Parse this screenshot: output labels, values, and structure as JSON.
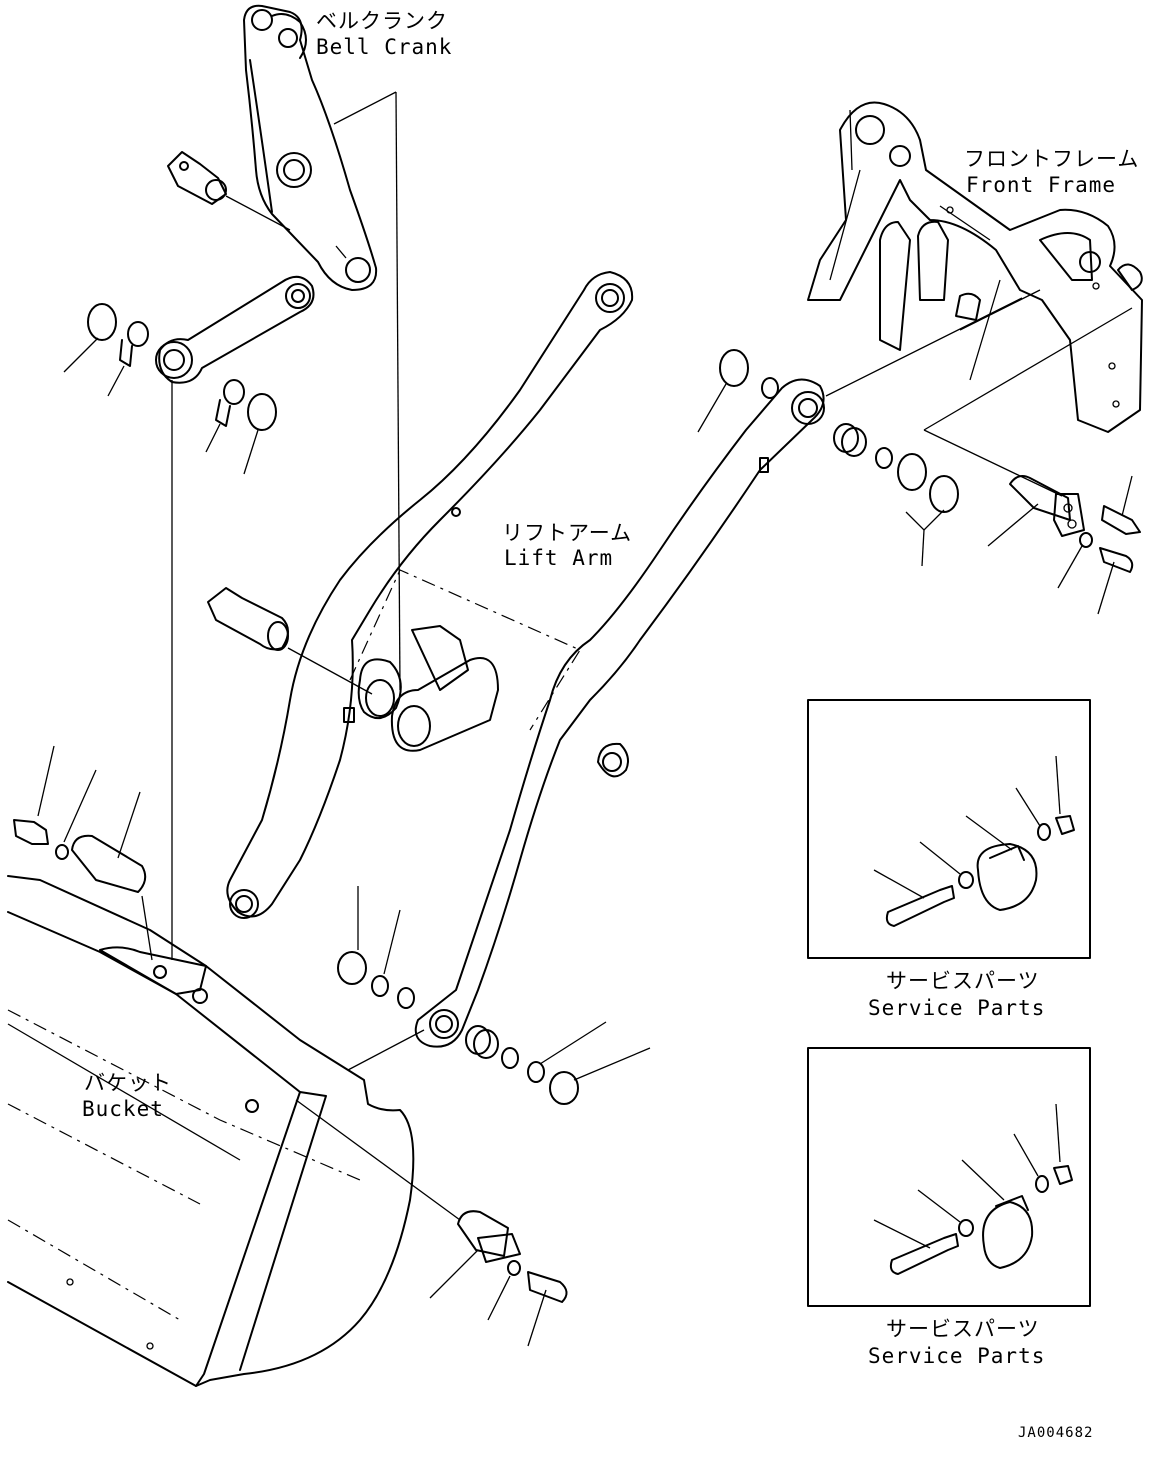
{
  "labels": {
    "bell_crank_jp": "ベルクランク",
    "bell_crank_en": "Bell Crank",
    "front_frame_jp": "フロントフレーム",
    "front_frame_en": "Front Frame",
    "lift_arm_jp": "リフトアーム",
    "lift_arm_en": "Lift Arm",
    "bucket_jp": "バケット",
    "bucket_en": "Bucket",
    "service_parts_1_jp": "サービスパーツ",
    "service_parts_1_en": "Service Parts",
    "service_parts_2_jp": "サービスパーツ",
    "service_parts_2_en": "Service Parts"
  },
  "drawing_code": "JA004682"
}
